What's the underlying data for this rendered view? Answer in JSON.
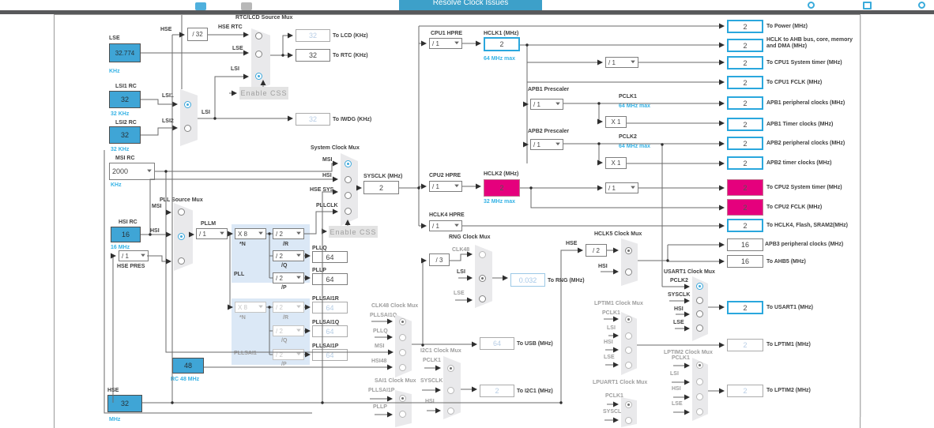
{
  "toolbar": {
    "resolve": "Resolve Clock Issues"
  },
  "src": {
    "lse": {
      "t": "LSE",
      "v": "32.774",
      "u": "KHz"
    },
    "lsi1": {
      "t": "LSI1 RC",
      "v": "32",
      "u": "32 KHz"
    },
    "lsi2": {
      "t": "LSI2 RC",
      "v": "32",
      "u": "32 KHz"
    },
    "msi": {
      "t": "MSI RC",
      "v": "2000",
      "u": "KHz"
    },
    "hsi": {
      "t": "HSI RC",
      "v": "16",
      "u": "16 MHz"
    },
    "hsepres": {
      "v": "/ 1",
      "t": "HSE PRES"
    },
    "rc48": {
      "v": "48",
      "u": "RC 48 MHz"
    },
    "hse": {
      "t": "HSE",
      "v": "32",
      "u": "MHz"
    }
  },
  "rtc": {
    "title": "RTC/LCD Source Mux",
    "hse": "HSE",
    "div": "/ 32",
    "hse_rtc": "HSE RTC",
    "lse": "LSE",
    "lsi": "LSI",
    "css": "Enable CSS",
    "lcd_v": "32",
    "lcd_t": "To LCD (KHz)",
    "rtc_v": "32",
    "rtc_t": "To RTC (KHz)",
    "iwdg_v": "32",
    "iwdg_t": "To IWDG (KHz)"
  },
  "lsimux": {
    "in1": "LSI1",
    "in2": "LSI2",
    "out": "LSI"
  },
  "sys": {
    "title": "System Clock Mux",
    "msi": "MSI",
    "hsi": "HSI",
    "hse": "HSE SYS",
    "pll": "PLLCLK",
    "sysclk_t": "SYSCLK (MHz)",
    "sysclk_v": "2",
    "css": "Enable CSS"
  },
  "pllmux": {
    "title": "PLL Source Mux",
    "msi": "MSI",
    "hsi": "HSI"
  },
  "pll": {
    "m_t": "PLLM",
    "m_v": "/ 1",
    "n_v": "X 8",
    "n_t": "*N",
    "r_v": "/ 2",
    "r_t": "/R",
    "q_v": "/ 2",
    "q_t": "/Q",
    "p_v": "/ 2",
    "p_t": "/P",
    "name": "PLL",
    "q_out_t": "PLLQ",
    "q_out": "64",
    "p_out_t": "PLLP",
    "p_out": "64"
  },
  "pllsai": {
    "n_v": "X 8",
    "n_t": "*N",
    "r_v": "/ 2",
    "r_t": "/R",
    "q_v": "/ 2",
    "q_t": "/Q",
    "p_v": "/ 2",
    "p_t": "/P",
    "name": "PLLSAI1",
    "r_out_t": "PLLSAI1R",
    "r_out": "64",
    "q_out_t": "PLLSAI1Q",
    "q_out": "64",
    "p_out_t": "PLLSAI1P",
    "p_out": "64"
  },
  "cpu1": {
    "hpre_t": "CPU1 HPRE",
    "hpre_v": "/ 1",
    "hclk1_t": "HCLK1 (MHz)",
    "hclk1_v": "2",
    "hclk1_max": "64 MHz max",
    "tim_v": "/ 1"
  },
  "apb1": {
    "t": "APB1 Prescaler",
    "v": "/ 1",
    "pclk": "PCLK1",
    "max": "64 MHz max",
    "x1": "X 1"
  },
  "apb2": {
    "t": "APB2 Prescaler",
    "v": "/ 1",
    "pclk": "PCLK2",
    "max": "64 MHz max",
    "x1": "X 1"
  },
  "cpu2": {
    "hpre_t": "CPU2 HPRE",
    "hpre_v": "/ 1",
    "hclk2_t": "HCLK2 (MHz)",
    "hclk2_v": "2",
    "max": "32 MHz max",
    "tim_v": "/ 1"
  },
  "hclk4": {
    "t": "HCLK4 HPRE",
    "v": "/ 1"
  },
  "rng": {
    "title": "RNG Clock Mux",
    "div": "/ 3",
    "clk48": "CLK48",
    "lsi": "LSI",
    "lse": "LSE",
    "out_v": "0.032",
    "out_t": "To RNG (MHz)"
  },
  "hclk5": {
    "title": "HCLK5 Clock Mux",
    "hse": "HSE",
    "div": "/ 2",
    "hsi": "HSI"
  },
  "clk48": {
    "title": "CLK48 Clock Mux",
    "i0": "PLLSAI1Q",
    "i1": "PLLQ",
    "i2": "MSI",
    "i3": "HSI48",
    "usb_v": "64",
    "usb_t": "To USB (MHz)"
  },
  "i2c1": {
    "title": "I2C1 Clock Mux",
    "i0": "PCLK1",
    "i1": "SYSCLK",
    "i2": "HSI",
    "out_v": "2",
    "out_t": "To I2C1 (MHz)"
  },
  "sai1": {
    "title": "SAI1 Clock Mux",
    "i0": "PLLSAI1P",
    "i1": "PLLP"
  },
  "usart1": {
    "title": "USART1 Clock Mux",
    "i0": "PCLK2",
    "i1": "SYSCLK",
    "i2": "HSI",
    "i3": "LSE"
  },
  "lptim1": {
    "title": "LPTIM1 Clock Mux",
    "i0": "PCLK1",
    "i1": "LSI",
    "i2": "HSI",
    "i3": "LSE"
  },
  "lptim2": {
    "title": "LPTIM2 Clock Mux",
    "i0": "PCLK1",
    "i1": "LSI",
    "i2": "HSI",
    "i3": "LSE"
  },
  "lpuart1": {
    "title": "LPUART1 Clock Mux",
    "i0": "PCLK1",
    "i1": "SYSCLK"
  },
  "right_outputs": [
    {
      "v": "2",
      "t": "To Power (MHz)"
    },
    {
      "v": "2",
      "t": "HCLK to AHB bus, core, memory and DMA (MHz)"
    },
    {
      "v": "2",
      "t": "To CPU1 System timer (MHz)"
    },
    {
      "v": "2",
      "t": "To CPU1 FCLK (MHz)"
    },
    {
      "v": "2",
      "t": "APB1 peripheral clocks (MHz)"
    },
    {
      "v": "2",
      "t": "APB1 Timer clocks (MHz)"
    },
    {
      "v": "2",
      "t": "APB2 peripheral clocks (MHz)"
    },
    {
      "v": "2",
      "t": "APB2 timer clocks (MHz)"
    },
    {
      "v": "2",
      "t": "To CPU2 System timer (MHz)"
    },
    {
      "v": "2",
      "t": "To CPU2 FCLK (MHz)"
    },
    {
      "v": "2",
      "t": "To HCLK4, Flash, SRAM2(MHz)"
    },
    {
      "v": "16",
      "t": "APB3 peripheral clocks (MHz)"
    },
    {
      "v": "16",
      "t": "To AHB5 (MHz)"
    },
    {
      "v": "2",
      "t": "To USART1 (MHz)"
    },
    {
      "v": "2",
      "t": "To LPTIM1 (MHz)"
    },
    {
      "v": "2",
      "t": "To LPTIM2 (MHz)"
    }
  ]
}
